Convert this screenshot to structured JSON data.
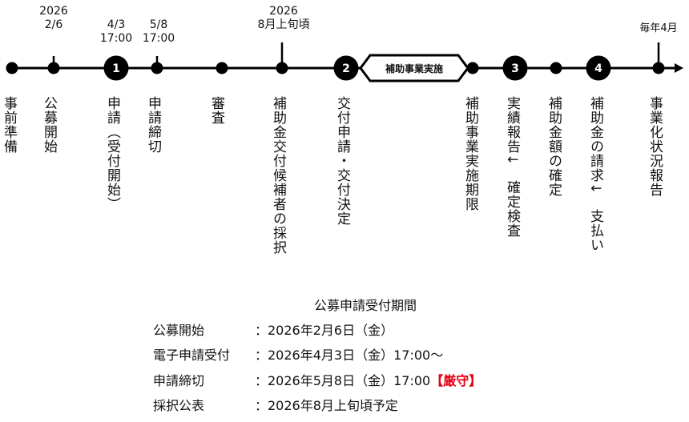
{
  "timeline": {
    "top_labels": [
      {
        "lines": [
          "2026",
          "2/6"
        ]
      },
      {
        "lines": [
          "4/3",
          "17:00"
        ]
      },
      {
        "lines": [
          "5/8",
          "17:00"
        ]
      },
      {
        "lines": [
          "2026",
          "8月上旬頃"
        ]
      },
      {
        "lines": [
          "毎年4月"
        ]
      }
    ],
    "step_numbers": [
      "1",
      "2",
      "3",
      "4"
    ],
    "phase_label": "補助事業実施",
    "milestones": [
      "事前準備",
      "公募開始",
      "申請（受付開始）",
      "申請締切",
      "審査",
      "補助金交付候補者の採択",
      "交付申請・交付決定",
      "補助事業実施期限",
      "実績報告↓　確定検査",
      "補助金額の確定",
      "補助金の請求↓　支払い",
      "事業化状況報告"
    ]
  },
  "schedule": {
    "title": "公募申請受付期間",
    "rows": [
      {
        "label": "公募開始",
        "value": "：2026年2月6日（金）",
        "note": ""
      },
      {
        "label": "電子申請受付",
        "value": "：2026年4月3日（金）17:00～",
        "note": ""
      },
      {
        "label": "申請締切",
        "value": "：2026年5月8日（金）17:00",
        "note": "【厳守】"
      },
      {
        "label": "採択公表",
        "value": "：2026年8月上旬頃予定",
        "note": ""
      }
    ],
    "note_color": "#e60012"
  }
}
